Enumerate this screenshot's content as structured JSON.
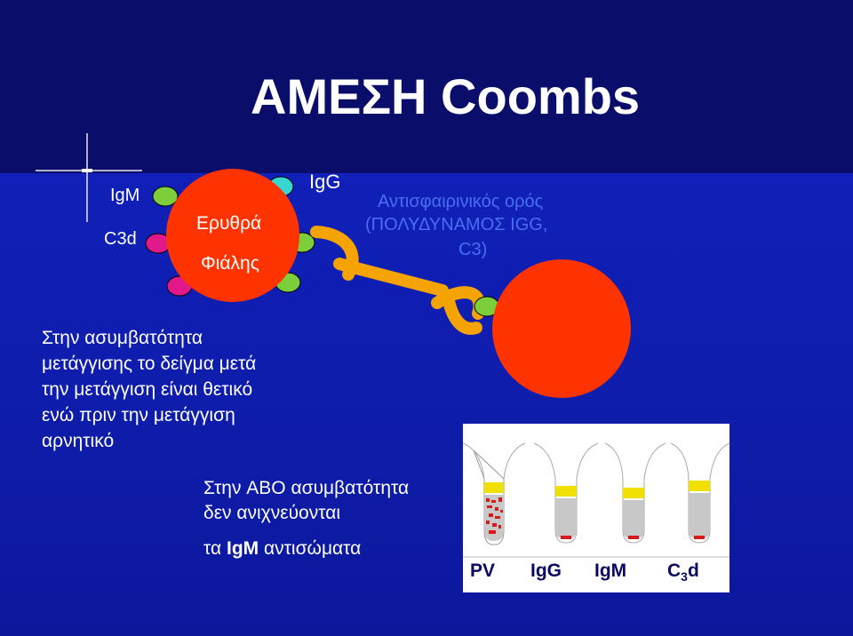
{
  "slide": {
    "title": "ΑΜΕΣΗ Coombs",
    "colors": {
      "rbc": "#ff3300",
      "title": "#ffffff",
      "antiserum_text": "#4a6ef0",
      "background": "#0d15a8"
    }
  },
  "diagram": {
    "label_igm": "IgM",
    "label_c3d": "C3d",
    "rbc_label_line1": "Ερυθρά",
    "rbc_label_line2": "Φιάλης",
    "label_igg": "IgG",
    "antiserum_line1": "Αντισφαιρινικός ορός",
    "antiserum_line2": "(ΠΟΛΥΔΥΝΑΜΟΣ IGG,",
    "antiserum_line3": "C3)"
  },
  "text_block_1": [
    "Στην ασυμβατότητα",
    "μετάγγισης το δείγμα μετά",
    "την μετάγγιση είναι θετικό",
    "ενώ πριν την μετάγγιση",
    "αρνητικό"
  ],
  "text_block_2": {
    "line1": "Στην ABO ασυμβατότητα",
    "line2": "δεν ανιχνεύονται",
    "line3_prefix": "τα",
    "line3_bold": "IgM",
    "line3_suffix": "αντισώματα"
  },
  "tube_panel": {
    "labels": [
      "PV",
      "IgG",
      "IgM",
      "C",
      "3",
      "d"
    ]
  }
}
